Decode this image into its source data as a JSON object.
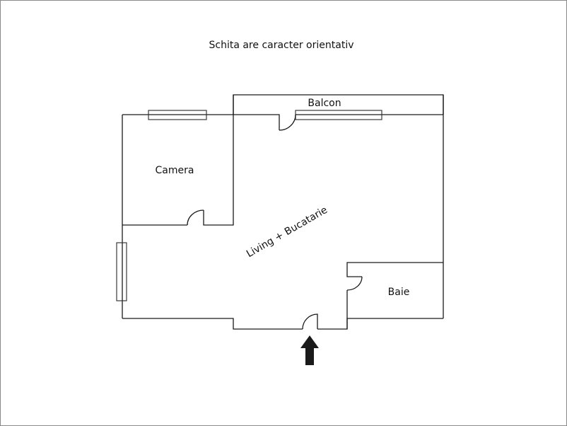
{
  "title": "Schita are caracter orientativ",
  "rooms": {
    "balcony": "Balcon",
    "bedroom": "Camera",
    "living": "Living + Bucatarie",
    "bathroom": "Baie"
  },
  "icons": {
    "entrance": "entrance-arrow-up"
  },
  "colors": {
    "walls": "#1a1a1a",
    "frame": "#8a8a8a",
    "background": "#ffffff"
  }
}
